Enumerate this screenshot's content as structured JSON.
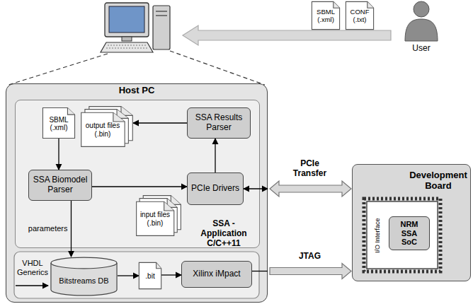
{
  "diagram": {
    "nodes": [
      {
        "text": [
          "SBML (.xml)"
        ]
      },
      {
        "text": [
          "CONF (.txt)"
        ]
      },
      {
        "text": [
          "User"
        ]
      },
      {
        "text": [
          "Host PC"
        ]
      },
      {
        "text": [
          "SSA - Application C/C++11"
        ],
        "in": 3
      },
      {
        "text": [
          "SBML (.xml)"
        ],
        "in": 4
      },
      {
        "text": [
          "output files (.bin)"
        ],
        "in": 4
      },
      {
        "text": [
          "SSA Results Parser"
        ],
        "in": 4
      },
      {
        "text": [
          "SSA Biomodel Parser"
        ],
        "in": 4
      },
      {
        "text": [
          "PCIe Drivers"
        ],
        "in": 4
      },
      {
        "text": [
          "input files (.bin)"
        ],
        "in": 4
      },
      {
        "text": [
          "Bitstreams DB"
        ],
        "in": 3
      },
      {
        "text": [
          ".bit"
        ],
        "in": 3
      },
      {
        "text": [
          "Xilinx iMpact"
        ],
        "in": 3
      },
      {
        "text": [
          "Development Board"
        ]
      },
      {
        "text": [
          "NRM SSA SoC"
        ],
        "in": 14
      }
    ],
    "edges": [
      {
        "from": 5,
        "to": 8,
        "arrow": "to"
      },
      {
        "from": 8,
        "to": 9,
        "arrow": "to"
      },
      {
        "from": 9,
        "to": 7,
        "arrow": "to"
      },
      {
        "from": 7,
        "to": 6,
        "arrow": "to"
      },
      {
        "from": 8,
        "to": 11,
        "label": "parameters",
        "arrow": "to"
      },
      {
        "from": 11,
        "to": 12,
        "arrow": "to"
      },
      {
        "from": 12,
        "to": 13,
        "arrow": "to"
      },
      {
        "from": 13,
        "to": 14,
        "label": "JTAG",
        "arrow": "to"
      },
      {
        "from": 9,
        "to": 14,
        "label": "PCIe Transfer",
        "arrow": "both"
      }
    ],
    "labels": [
      "VHDL Generics",
      "I/O Interface"
    ]
  }
}
